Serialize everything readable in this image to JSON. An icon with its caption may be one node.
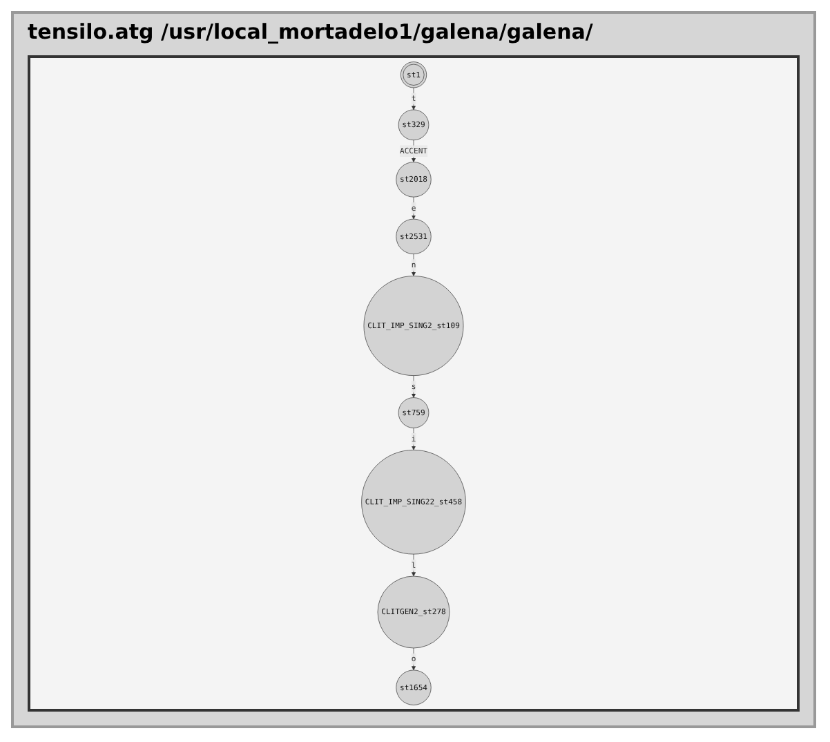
{
  "diagram": {
    "title": "tensilo.atg  /usr/local_mortadelo1/galena/galena/",
    "nodes": [
      {
        "text": [
          "st1"
        ]
      },
      {
        "text": [
          "st329"
        ]
      },
      {
        "text": [
          "st2018"
        ]
      },
      {
        "text": [
          "st2531"
        ]
      },
      {
        "text": [
          "CLIT_IMP_SING2_st109"
        ]
      },
      {
        "text": [
          "st759"
        ]
      },
      {
        "text": [
          "CLIT_IMP_SING22_st458"
        ]
      },
      {
        "text": [
          "CLITGEN2_st278"
        ]
      },
      {
        "text": [
          "st1654"
        ]
      }
    ],
    "edges": [
      {
        "from": 0,
        "to": 1,
        "arrow": "to",
        "label": "t"
      },
      {
        "from": 1,
        "to": 2,
        "arrow": "to",
        "label": "ACCENT"
      },
      {
        "from": 2,
        "to": 3,
        "arrow": "to",
        "label": "e"
      },
      {
        "from": 3,
        "to": 4,
        "arrow": "to",
        "label": "n"
      },
      {
        "from": 4,
        "to": 5,
        "arrow": "to",
        "label": "s"
      },
      {
        "from": 5,
        "to": 6,
        "arrow": "to",
        "label": "i"
      },
      {
        "from": 6,
        "to": 7,
        "arrow": "to",
        "label": "l"
      },
      {
        "from": 7,
        "to": 8,
        "arrow": "to",
        "label": "o"
      }
    ]
  }
}
